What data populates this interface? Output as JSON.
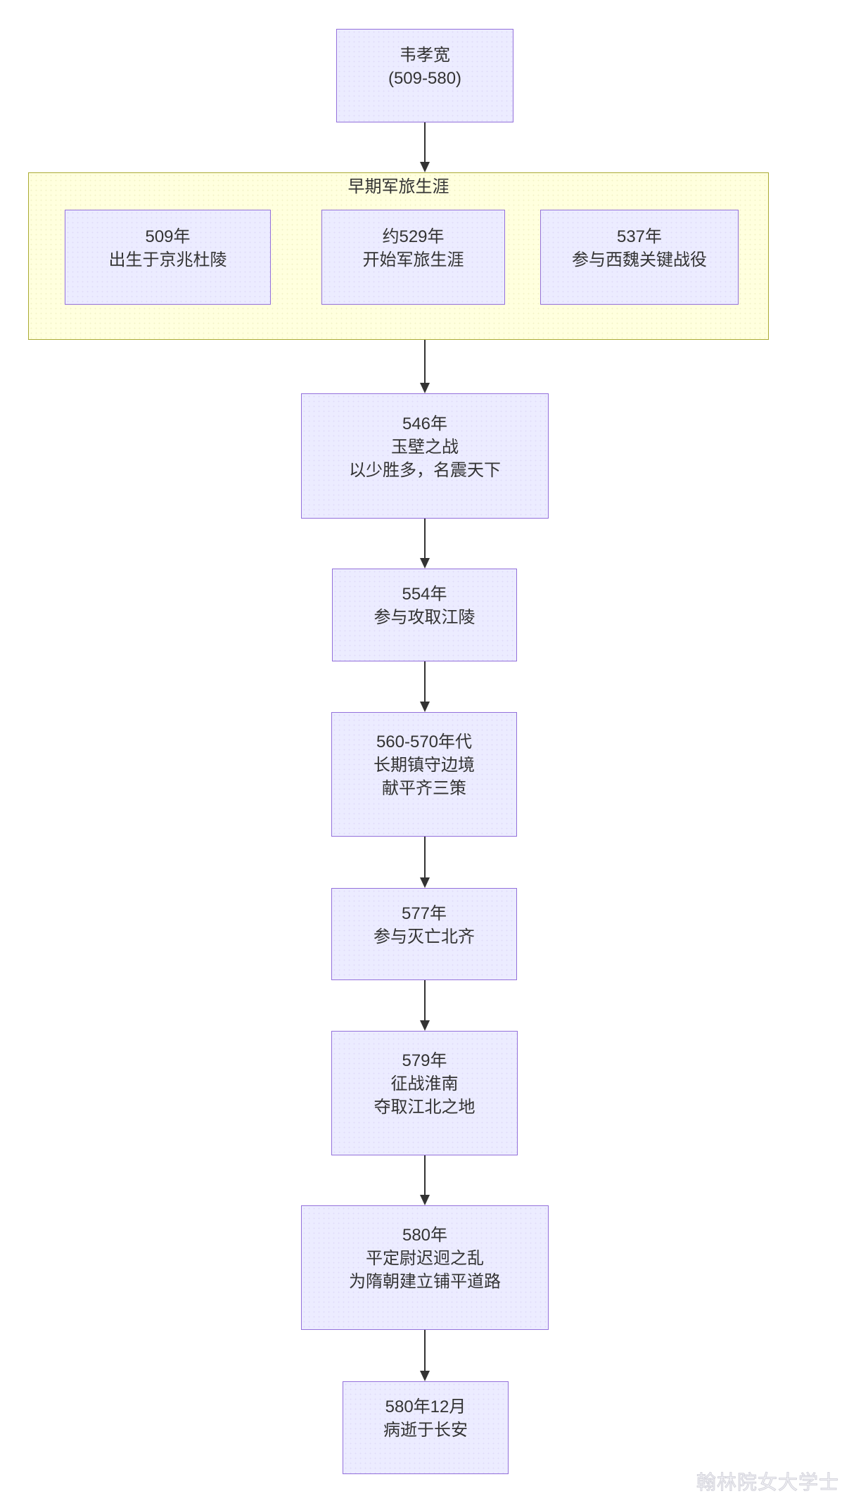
{
  "diagram": {
    "type": "flowchart-top-down",
    "root": {
      "lines": [
        "韦孝宽",
        "(509-580)"
      ]
    },
    "cluster": {
      "title": "早期军旅生涯",
      "nodes": [
        {
          "lines": [
            "509年",
            "出生于京兆杜陵"
          ]
        },
        {
          "lines": [
            "约529年",
            "开始军旅生涯"
          ]
        },
        {
          "lines": [
            "537年",
            "参与西魏关键战役"
          ]
        }
      ]
    },
    "timeline": [
      {
        "lines": [
          "546年",
          "玉壁之战",
          "以少胜多，名震天下"
        ]
      },
      {
        "lines": [
          "554年",
          "参与攻取江陵"
        ]
      },
      {
        "lines": [
          "560-570年代",
          "长期镇守边境",
          "献平齐三策"
        ]
      },
      {
        "lines": [
          "577年",
          "参与灭亡北齐"
        ]
      },
      {
        "lines": [
          "579年",
          "征战淮南",
          "夺取江北之地"
        ]
      },
      {
        "lines": [
          "580年",
          "平定尉迟迥之乱",
          "为隋朝建立铺平道路"
        ]
      },
      {
        "lines": [
          "580年12月",
          "病逝于长安"
        ]
      }
    ],
    "watermark": "翰林院女大学士",
    "colors": {
      "node_fill": "#ECECFF",
      "node_border": "#9370DB",
      "cluster_fill": "#FFFFDE",
      "cluster_border": "#AAAA33",
      "arrow": "#333333",
      "text": "#333333",
      "watermark": "#e2e2e8"
    }
  }
}
